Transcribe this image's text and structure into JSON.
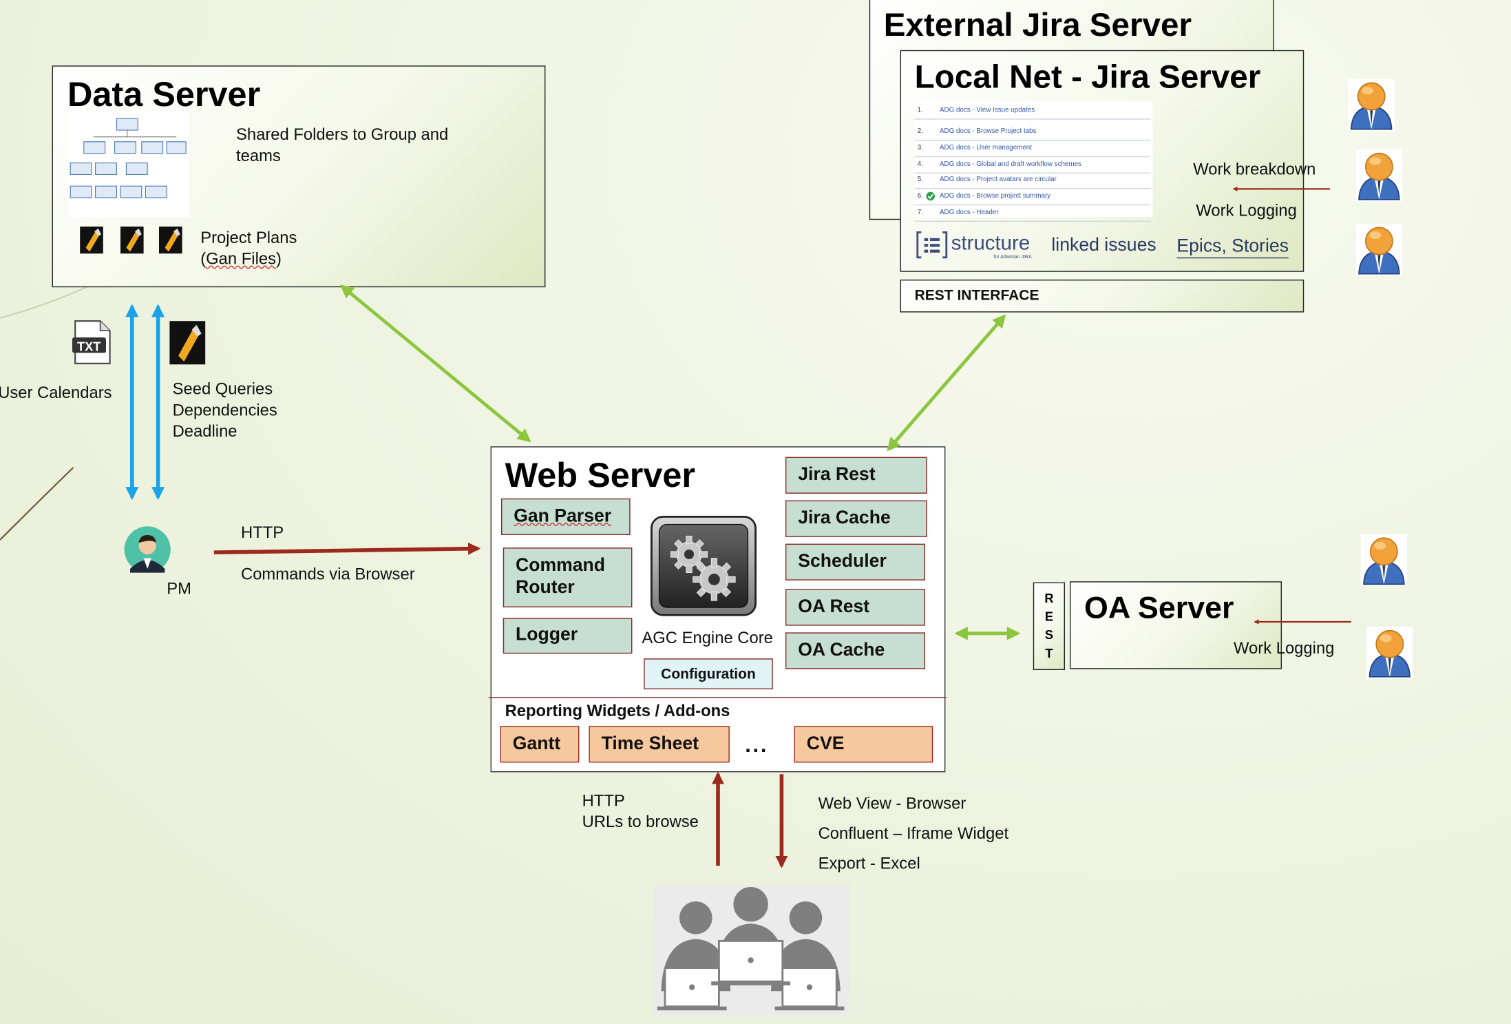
{
  "data_server": {
    "title": "Data Server",
    "shared_folders": "Shared Folders to Group and teams",
    "project_plans_line1": "Project Plans",
    "project_plans_line2": "Gan Files"
  },
  "external_jira": {
    "title": "External Jira Server"
  },
  "local_jira": {
    "title": "Local Net - Jira Server",
    "rows": [
      {
        "n": "1.",
        "t": "ADG docs - View Issue updates"
      },
      {
        "n": "2.",
        "t": "ADG docs - Browse Project tabs"
      },
      {
        "n": "3.",
        "t": "ADG docs - User management"
      },
      {
        "n": "4.",
        "t": "ADG docs - Global and draft workflow schemes"
      },
      {
        "n": "5.",
        "t": "ADG docs - Project avatars are circular"
      },
      {
        "n": "6.",
        "t": "ADG docs - Browse project summary"
      },
      {
        "n": "7.",
        "t": "ADG docs - Header"
      }
    ],
    "structure_label": "structure",
    "structure_sub": "for Atlassian JIRA",
    "linked_issues": "linked issues",
    "epics_stories": "Epics, Stories"
  },
  "rest_interface": "REST INTERFACE",
  "jira_side": {
    "work_breakdown": "Work breakdown",
    "work_logging": "Work Logging"
  },
  "left_side": {
    "txt_icon": "TXT",
    "user_calendars": "User Calendars",
    "seed_queries": "Seed Queries",
    "dependencies": "Dependencies",
    "deadline": "Deadline",
    "pm": "PM",
    "http": "HTTP",
    "commands": "Commands via Browser"
  },
  "web_server": {
    "title": "Web Server",
    "gan_parser": "Gan Parser",
    "command_router_1": "Command",
    "command_router_2": "Router",
    "logger": "Logger",
    "engine_core": "AGC Engine Core",
    "configuration": "Configuration",
    "jira_rest": "Jira Rest",
    "jira_cache": "Jira Cache",
    "scheduler": "Scheduler",
    "oa_rest": "OA Rest",
    "oa_cache": "OA Cache",
    "reporting": "Reporting Widgets / Add-ons",
    "gantt": "Gantt",
    "time_sheet": "Time Sheet",
    "ellipsis": "...",
    "cve": "CVE"
  },
  "oa_server": {
    "title": "OA Server",
    "rest_letters": [
      "R",
      "E",
      "S",
      "T"
    ],
    "work_logging": "Work Logging"
  },
  "bottom": {
    "http": "HTTP",
    "urls": "URLs to browse",
    "web_view": "Web View - Browser",
    "confluent": "Confluent – Iframe Widget",
    "export": "Export - Excel"
  },
  "colors": {
    "green_arrow": "#8cc63f",
    "blue_arrow": "#1aa3e8",
    "red_arrow": "#9b2a1c",
    "teal_fill": "#c7ded3",
    "orange_fill": "#f7c79d"
  }
}
